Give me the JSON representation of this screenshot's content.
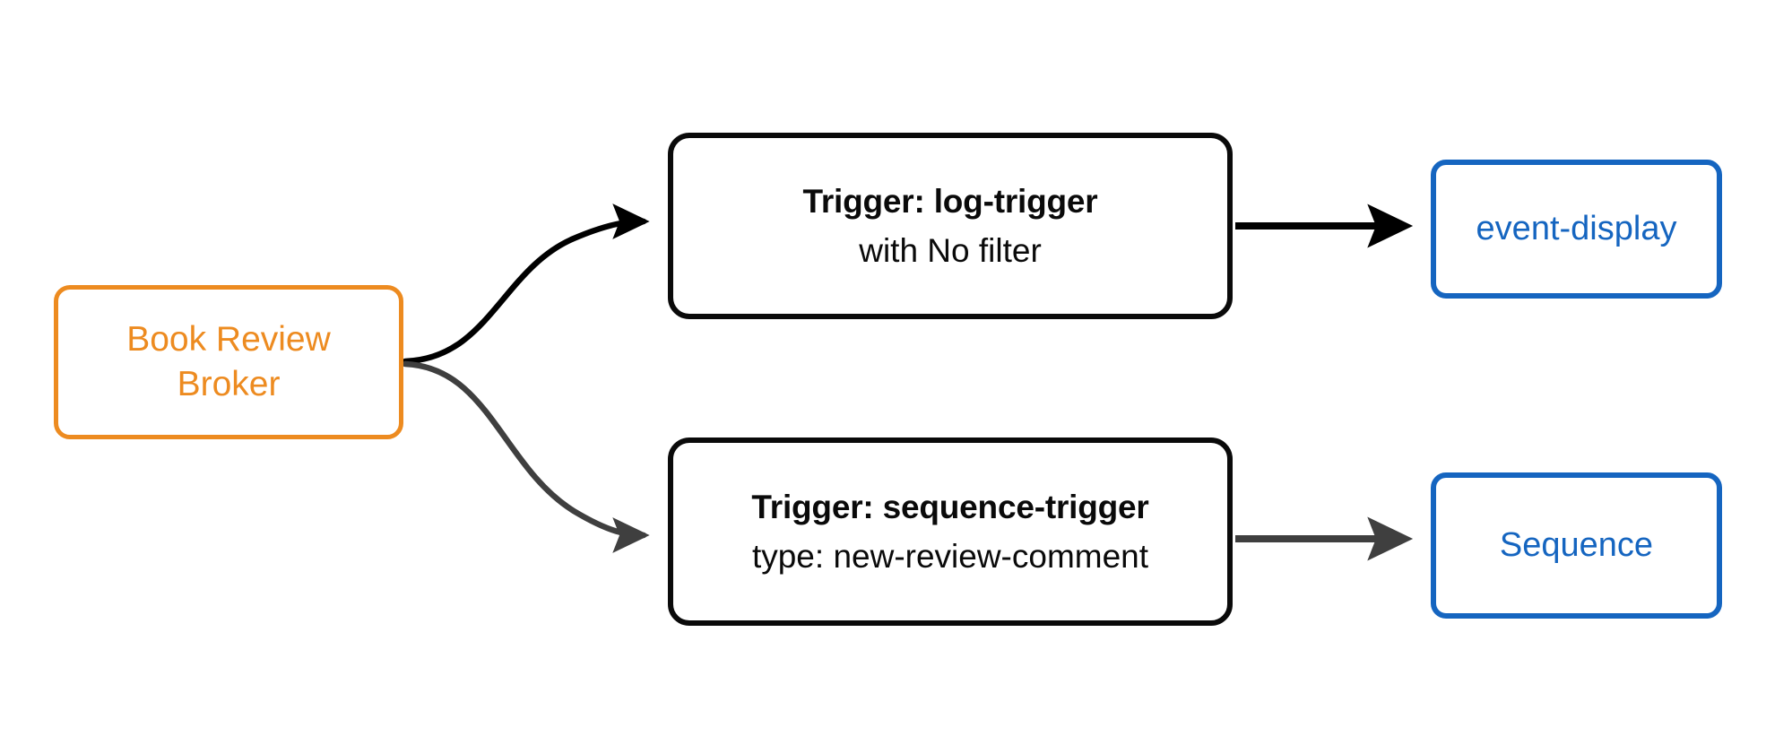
{
  "diagram": {
    "type": "flowchart",
    "direction": "left-to-right",
    "background": "#ffffff",
    "colors": {
      "broker_accent": "#ed8b20",
      "trigger_stroke": "#0a0a0a",
      "sink_accent": "#1565c0",
      "edge_primary": "#000000",
      "edge_secondary": "#3f3f3f"
    }
  },
  "nodes": {
    "broker": {
      "label_line1": "Book Review",
      "label_line2": "Broker",
      "color": "#ed8b20"
    },
    "trigger_log": {
      "title": "Trigger: log-trigger",
      "subtitle": "with No filter",
      "color": "#0a0a0a"
    },
    "trigger_sequence": {
      "title": "Trigger: sequence-trigger",
      "subtitle": "type: new-review-comment",
      "color": "#0a0a0a"
    },
    "sink_event_display": {
      "label": "event-display",
      "color": "#1565c0"
    },
    "sink_sequence": {
      "label": "Sequence",
      "color": "#1565c0"
    }
  },
  "edges": [
    {
      "id": "broker-to-log-trigger",
      "from": "broker",
      "to": "trigger_log",
      "color": "#000000",
      "style": "curved-arrow"
    },
    {
      "id": "broker-to-sequence-trigger",
      "from": "broker",
      "to": "trigger_sequence",
      "color": "#3f3f3f",
      "style": "curved-arrow"
    },
    {
      "id": "log-trigger-to-event-display",
      "from": "trigger_log",
      "to": "sink_event_display",
      "color": "#000000",
      "style": "straight-arrow"
    },
    {
      "id": "sequence-trigger-to-sequence",
      "from": "trigger_sequence",
      "to": "sink_sequence",
      "color": "#3f3f3f",
      "style": "straight-arrow"
    }
  ]
}
